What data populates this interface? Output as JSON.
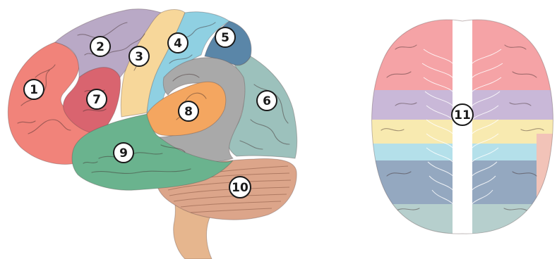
{
  "labels": [
    {
      "id": "1",
      "text": "1"
    },
    {
      "id": "2",
      "text": "2"
    },
    {
      "id": "3",
      "text": "3"
    },
    {
      "id": "4",
      "text": "4"
    },
    {
      "id": "5",
      "text": "5"
    },
    {
      "id": "6",
      "text": "6"
    },
    {
      "id": "7",
      "text": "7"
    },
    {
      "id": "8",
      "text": "8"
    },
    {
      "id": "9",
      "text": "9"
    },
    {
      "id": "10",
      "text": "10"
    },
    {
      "id": "11",
      "text": "11"
    }
  ],
  "colors": {
    "region_1": "#f1837a",
    "region_2": "#b9a9c6",
    "region_3": "#f7d79a",
    "region_4": "#8fd0e2",
    "region_5": "#5a86a8",
    "region_6": "#9cc1bc",
    "region_7": "#d9646f",
    "region_8": "#f4a660",
    "region_9": "#6ab38e",
    "region_10": "#dca58a",
    "region_insula_gray": "#a9a9a9",
    "brainstem": "#e6b68e",
    "corpus_callosum": "#ffffff"
  }
}
